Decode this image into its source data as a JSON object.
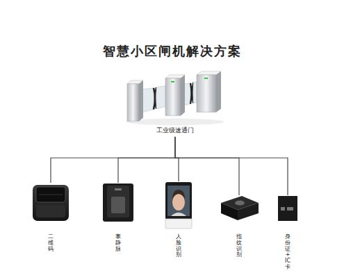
{
  "diagram": {
    "title": "智慧小区闸机解决方案",
    "nodes": [
      {
        "text": [
          "工业级速通门"
        ]
      },
      {
        "text": [
          "二维码"
        ]
      },
      {
        "text": [
          "掌静脉"
        ]
      },
      {
        "text": [
          "人脸识别"
        ]
      },
      {
        "text": [
          "指纹识别"
        ]
      },
      {
        "text": [
          "身份证+IC卡"
        ]
      }
    ],
    "edges": [
      {
        "from": 0,
        "to": 1,
        "arrow": "none"
      },
      {
        "from": 0,
        "to": 2,
        "arrow": "none"
      },
      {
        "from": 0,
        "to": 3,
        "arrow": "none"
      },
      {
        "from": 0,
        "to": 4,
        "arrow": "none"
      },
      {
        "from": 0,
        "to": 5,
        "arrow": "none"
      }
    ]
  }
}
